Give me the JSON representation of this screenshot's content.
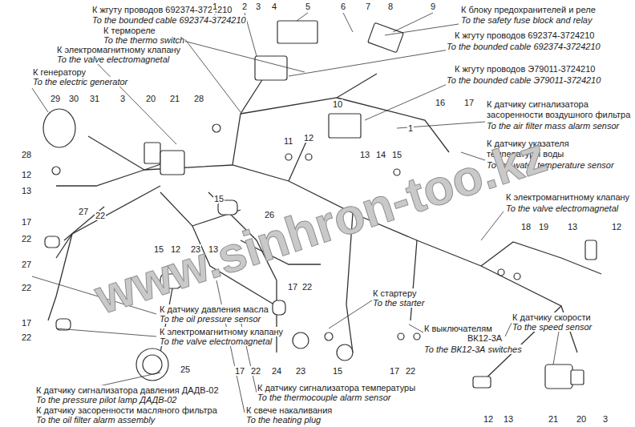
{
  "diagram": {
    "labels": [
      "К блоку предохранителей и реле",
      "To the safety fuse block and relay",
      "К жгуту проводов 692374-3724210",
      "To the bounded cable 692374-3724210",
      "К жгуту проводов Э79011-3724210",
      "To the bounded cable Э79011-3724210",
      "К датчику сигнализатора",
      "засоренности воздушного фильтра",
      "To the air filter mass alarm sensor",
      "К датчику указателя",
      "температуры воды",
      "To the water temperature sensor",
      "К электромагнитному клапану",
      "To the valve electromagnetal",
      "К жгуту проводов 692374-3724210",
      "To the bounded cable 692374-3724210",
      "К термореле",
      "To the thermo switch",
      "К электромагнитному клапану",
      "To the valve electromagnetal",
      "К генератору",
      "To the electric generator",
      "К датчику давления масла",
      "To the oil pressure sensor",
      "К электромагнитному клапану",
      "To the valve electromagnetal",
      "К датчику сигнализатора давления ДАДВ-02",
      "To the pressure pilot lamp ДАДВ-02",
      "К датчику засоренности масляного фильтра",
      "To the oil filter alarm assembly",
      "К датчику сигнализатора температуры",
      "To the thermocouple alarm sensor",
      "К свече накаливания",
      "To the heating plug",
      "К стартеру",
      "To the starter",
      "К выключателям",
      "ВК12-3А",
      "To the ВК12-3А switches",
      "К датчику скорости",
      "To the speed sensor",
      "1",
      "2",
      "3",
      "4",
      "5",
      "6",
      "7",
      "8",
      "9",
      "10",
      "1",
      "16",
      "17",
      "3",
      "20",
      "21",
      "28",
      "29",
      "30",
      "31",
      "28",
      "12",
      "13",
      "11",
      "12",
      "13",
      "14",
      "15",
      "17",
      "22",
      "27",
      "22",
      "15",
      "26",
      "15",
      "12",
      "23",
      "13",
      "27",
      "22",
      "17",
      "22",
      "17",
      "22",
      "18",
      "19",
      "13",
      "12",
      "25",
      "17",
      "22",
      "24",
      "23",
      "15",
      "17",
      "22",
      "12",
      "13",
      "21",
      "20",
      "3",
      "www.sinhron-too.kz"
    ]
  }
}
